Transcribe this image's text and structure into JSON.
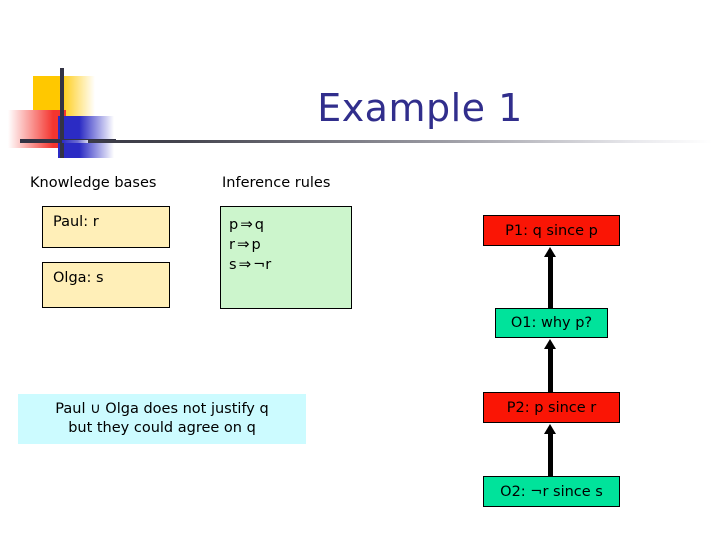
{
  "slide": {
    "title": "Example 1",
    "logo": {
      "yellow_swatch": "#FFC800",
      "red_swatch": "#F4352F",
      "blue_swatch": "#2B2BC4",
      "crosshair_color": "#333344"
    },
    "title_color": "#312E8C"
  },
  "sections": {
    "knowledge_bases_label": "Knowledge bases",
    "inference_rules_label": "Inference rules"
  },
  "knowledge_bases": {
    "fill_color": "#FFEFB8",
    "items": [
      {
        "text": "Paul: r"
      },
      {
        "text": "Olga: s"
      }
    ]
  },
  "inference_rules": {
    "fill_color": "#CCF5CC",
    "rules": [
      {
        "antecedent": "p",
        "operator": "⇒",
        "consequent": "q"
      },
      {
        "antecedent": "r",
        "operator": "⇒",
        "consequent": "p"
      },
      {
        "antecedent": "s",
        "operator": "⇒",
        "consequent": "¬r"
      }
    ]
  },
  "argument_chain": {
    "proponent_color": "#FA1505",
    "opponent_color": "#00E39B",
    "moves": [
      {
        "id": "P1",
        "text": "P1: q since p",
        "role": "proponent"
      },
      {
        "id": "O1",
        "text": "O1: why p?",
        "role": "opponent"
      },
      {
        "id": "P2",
        "text": "P2: p since r",
        "role": "proponent"
      },
      {
        "id": "O2",
        "text": "O2: ¬r since s",
        "role": "opponent"
      }
    ],
    "arrows": [
      {
        "from": "O1",
        "to": "P1",
        "direction": "up"
      },
      {
        "from": "P2",
        "to": "O1",
        "direction": "up"
      },
      {
        "from": "O2",
        "to": "P2",
        "direction": "up"
      }
    ]
  },
  "conclusion_note": {
    "fill_color": "#CCFBFF",
    "line1": "Paul ∪ Olga does not justify q",
    "line2": "but they could agree on q"
  }
}
